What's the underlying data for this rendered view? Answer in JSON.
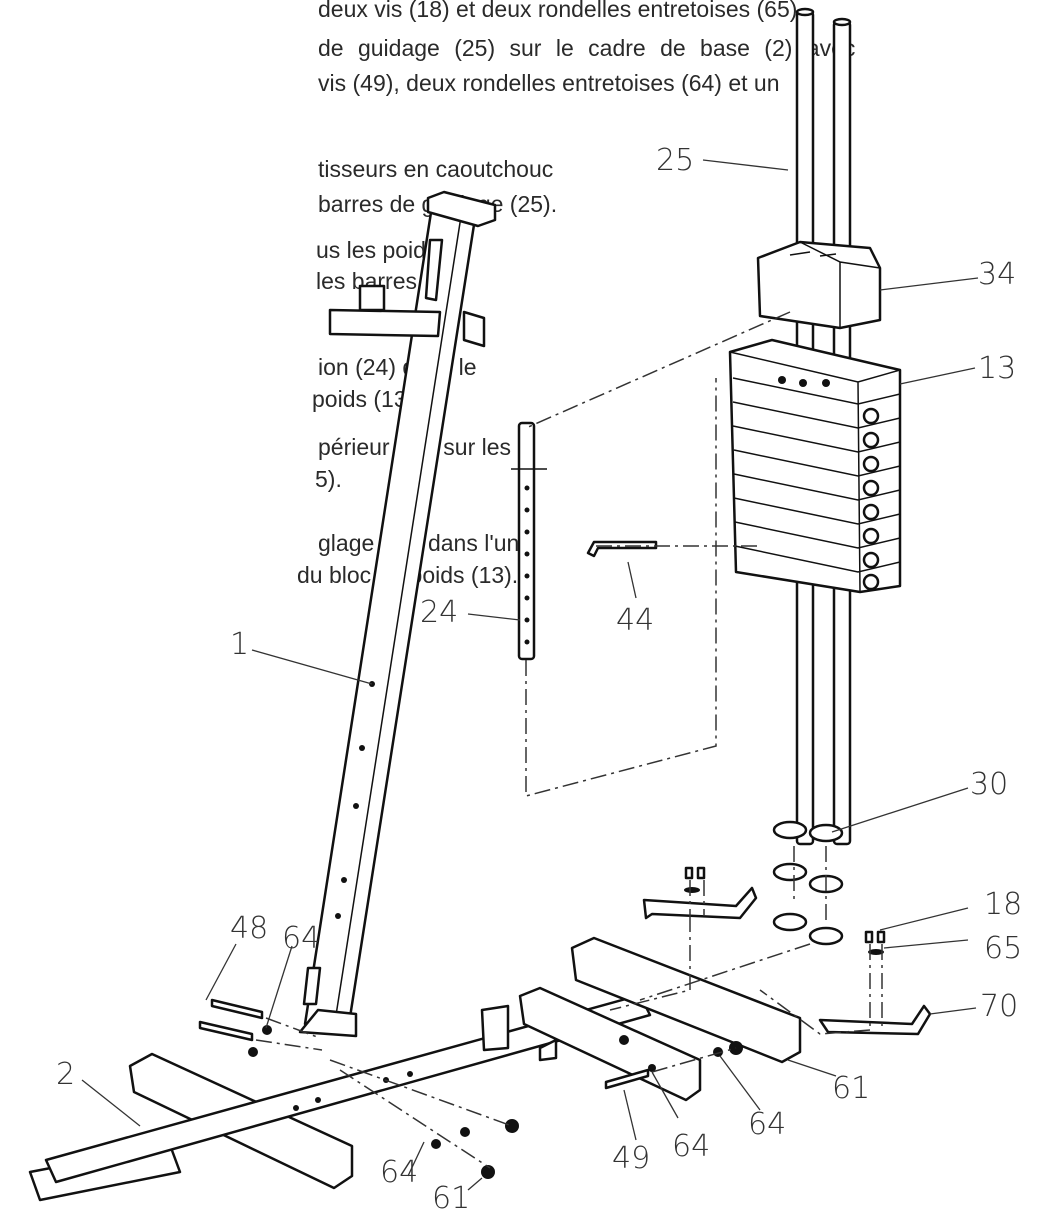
{
  "instructions": [
    "deux vis (18) et deux rondelles entretoises (65).",
    "de guidage (25) sur le cadre de base (2) avec",
    "vis (49), deux rondelles entretoises (64) et un",
    "tisseurs en caoutchouc",
    "barres de guidage (25).",
    "us les poids du",
    "les barres de",
    "ion (24) dans le",
    "poids (13).",
    "périeur (34) sur les",
    "5).",
    "glage (44) dans l'un",
    "du bloc de poids (13)."
  ],
  "labels": {
    "l25": "25",
    "l34": "34",
    "l13": "13",
    "l24": "24",
    "l44": "44",
    "l1": "1",
    "l30": "30",
    "l18": "18",
    "l65": "65",
    "l70": "70",
    "l48": "48",
    "l64a": "64",
    "l2": "2",
    "l61a": "61",
    "l64b": "64",
    "l64c": "64",
    "l61b": "61",
    "l49": "49",
    "l64d": "64"
  }
}
